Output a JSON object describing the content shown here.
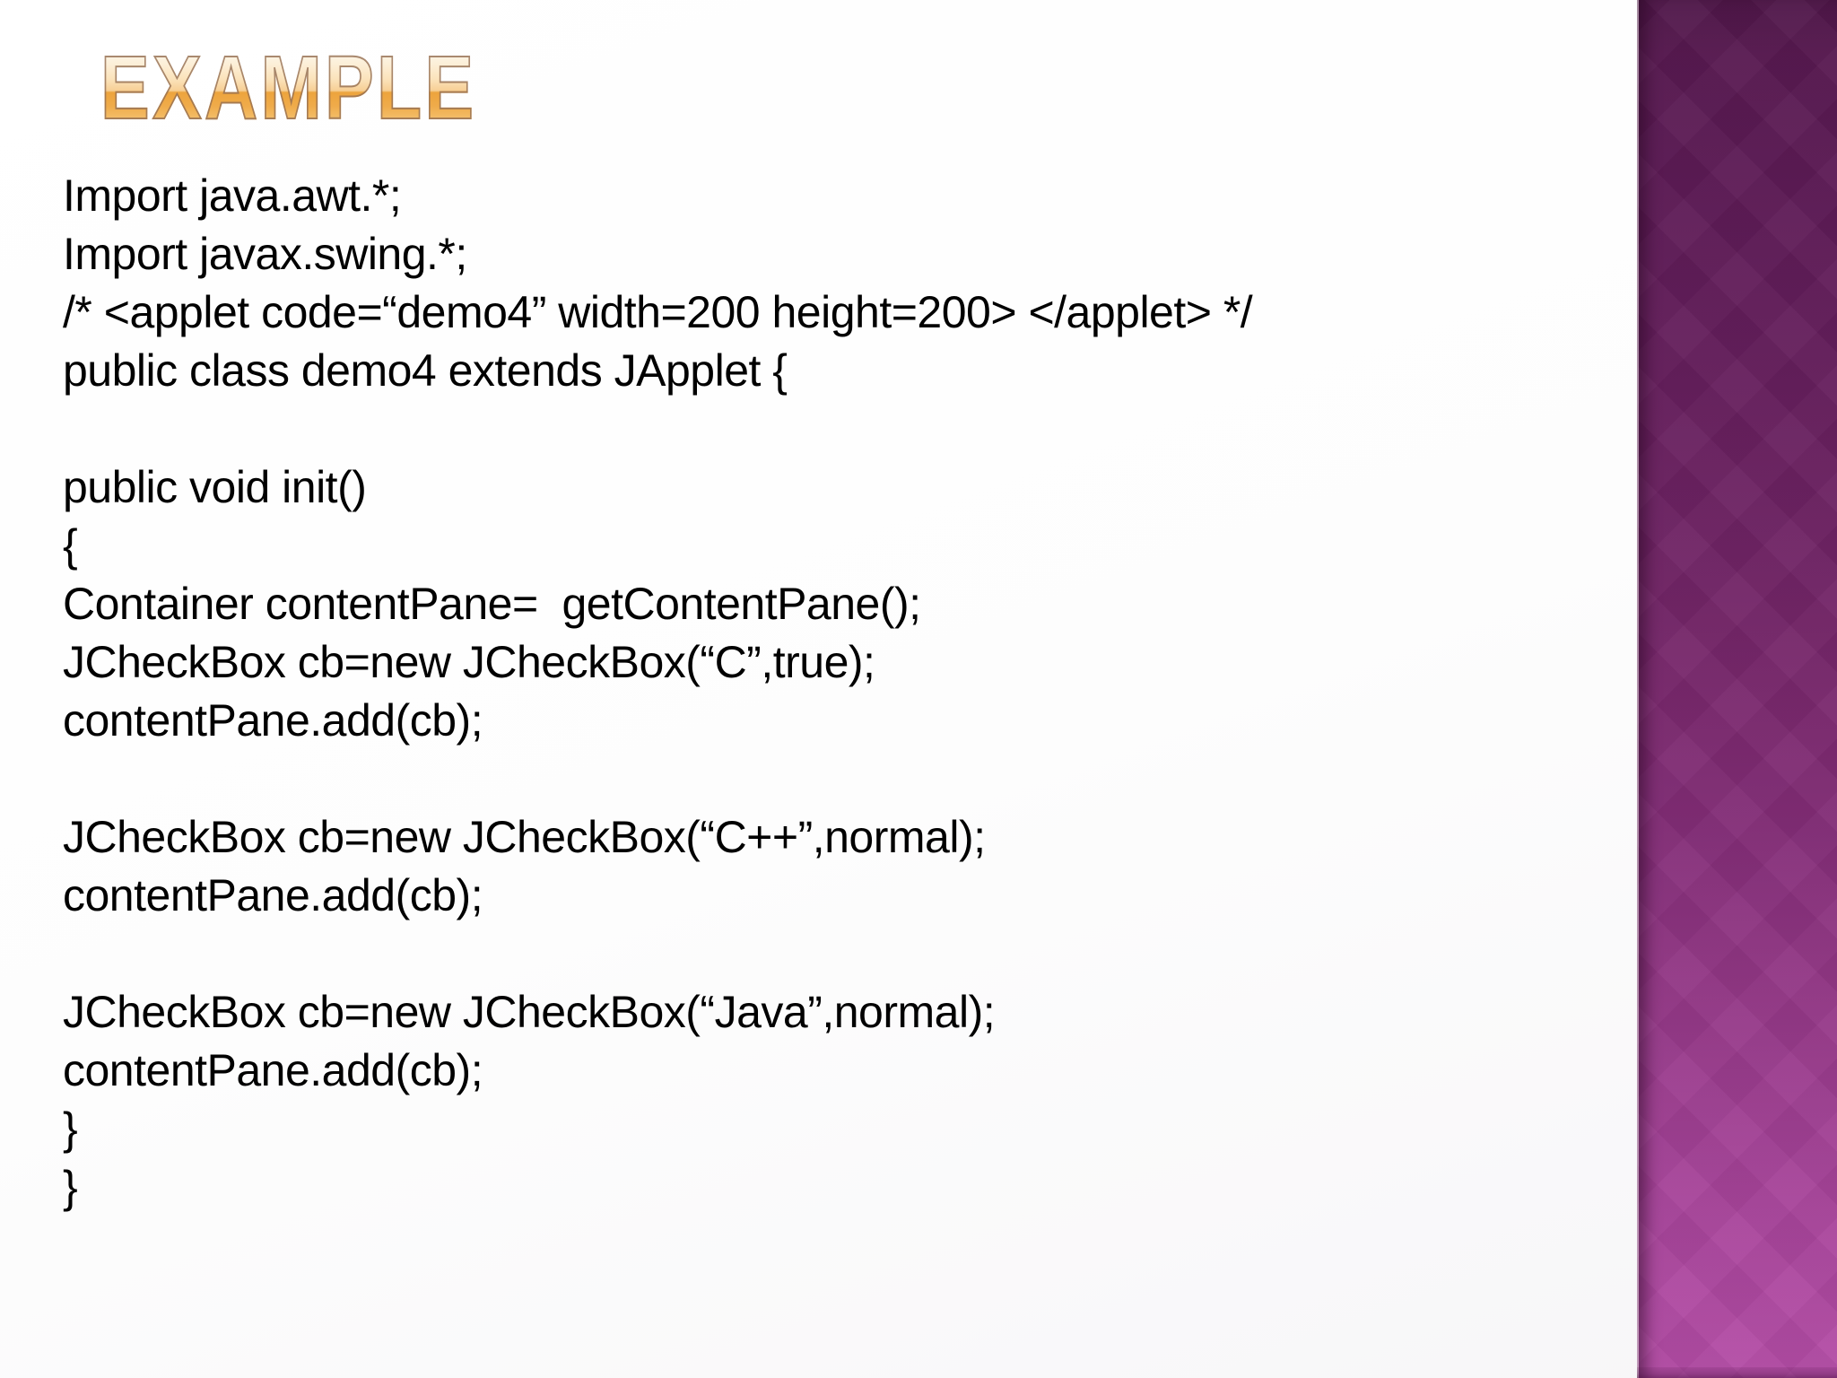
{
  "slide": {
    "title": "EXAMPLE",
    "code": {
      "lines": [
        "Import java.awt.*;",
        "Import javax.swing.*;",
        "/* <applet code=“demo4” width=200 height=200> </applet> */",
        "public class demo4 extends JApplet {",
        "",
        "public void init()",
        "{",
        "Container contentPane=  getContentPane();",
        "JCheckBox cb=new JCheckBox(“C”,true);",
        "contentPane.add(cb);",
        "",
        "JCheckBox cb=new JCheckBox(“C++”,normal);",
        "contentPane.add(cb);",
        "",
        "JCheckBox cb=new JCheckBox(“Java”,normal);",
        "contentPane.add(cb);",
        "}",
        "}"
      ]
    },
    "colors": {
      "background": "#ffffff",
      "body_text": "#000000",
      "title_gradient_top": "#fefaf2",
      "title_gradient_bottom": "#f8d086",
      "title_gloss_orange": "#eda43d",
      "title_outline": "#946e52",
      "band_gradient_top": "#4f1749",
      "band_gradient_bottom": "#b44da6"
    }
  }
}
